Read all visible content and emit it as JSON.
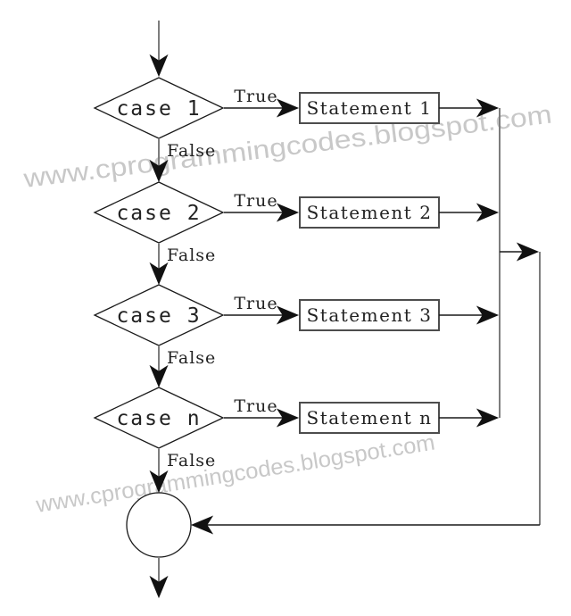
{
  "watermark": {
    "text": "www.cprogrammingcodes.blogspot.com",
    "color": "#c8c8c8"
  },
  "labels": {
    "true": "True",
    "false": "False"
  },
  "branches": [
    {
      "condition": "case 1",
      "statement": "Statement 1"
    },
    {
      "condition": "case 2",
      "statement": "Statement 2"
    },
    {
      "condition": "case 3",
      "statement": "Statement 3"
    },
    {
      "condition": "case n",
      "statement": "Statement n"
    }
  ],
  "colors": {
    "connector_gray": "#7d7d7d",
    "outline_black": "#1a1a1a",
    "box_border": "#4d4d4d",
    "watermark_gray": "#c8c8c8",
    "background": "#ffffff"
  }
}
